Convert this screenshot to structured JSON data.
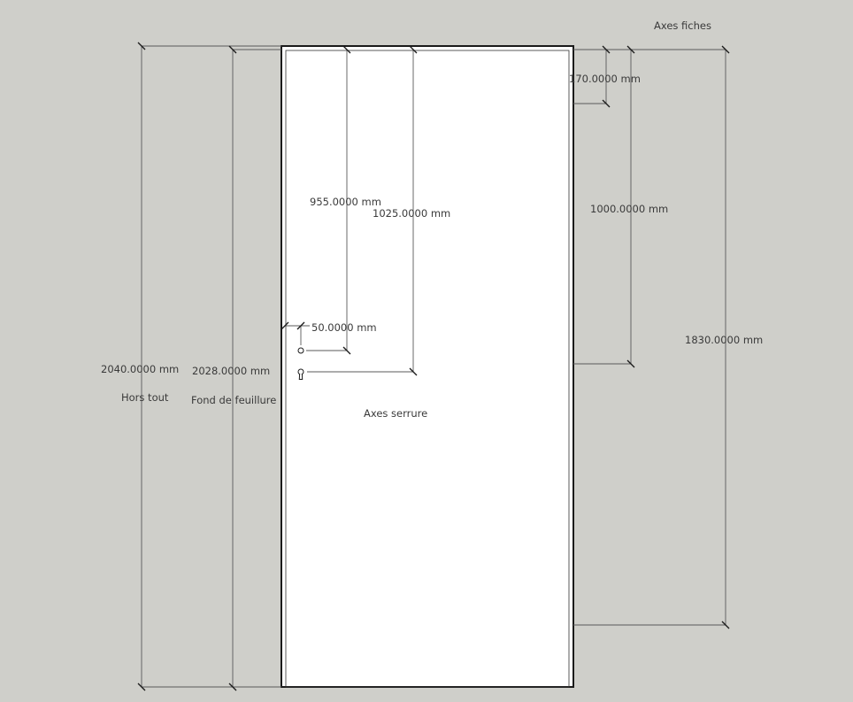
{
  "colors": {
    "background": "#cfcfca",
    "line": "#5a5a5a",
    "door_fill": "#ffffff",
    "door_outline": "#1a1a1a",
    "text": "#3a3a3a"
  },
  "labels": {
    "axes_fiches": "Axes fiches",
    "axes_serrure": "Axes serrure",
    "hors_tout": "Hors tout",
    "fond_de_feuillure": "Fond de feuillure"
  },
  "dimensions": {
    "overall_height": "2040.0000 mm",
    "rebate_height": "2028.0000 mm",
    "handle_axis": "955.0000 mm",
    "cylinder_axis": "1025.0000 mm",
    "handle_offset": "50.0000 mm",
    "hinge_top": "170.0000 mm",
    "hinge_middle": "1000.0000 mm",
    "hinge_bottom": "1830.0000 mm"
  },
  "icons": {
    "handle": "handle-hole-icon",
    "cylinder": "keyhole-icon"
  }
}
